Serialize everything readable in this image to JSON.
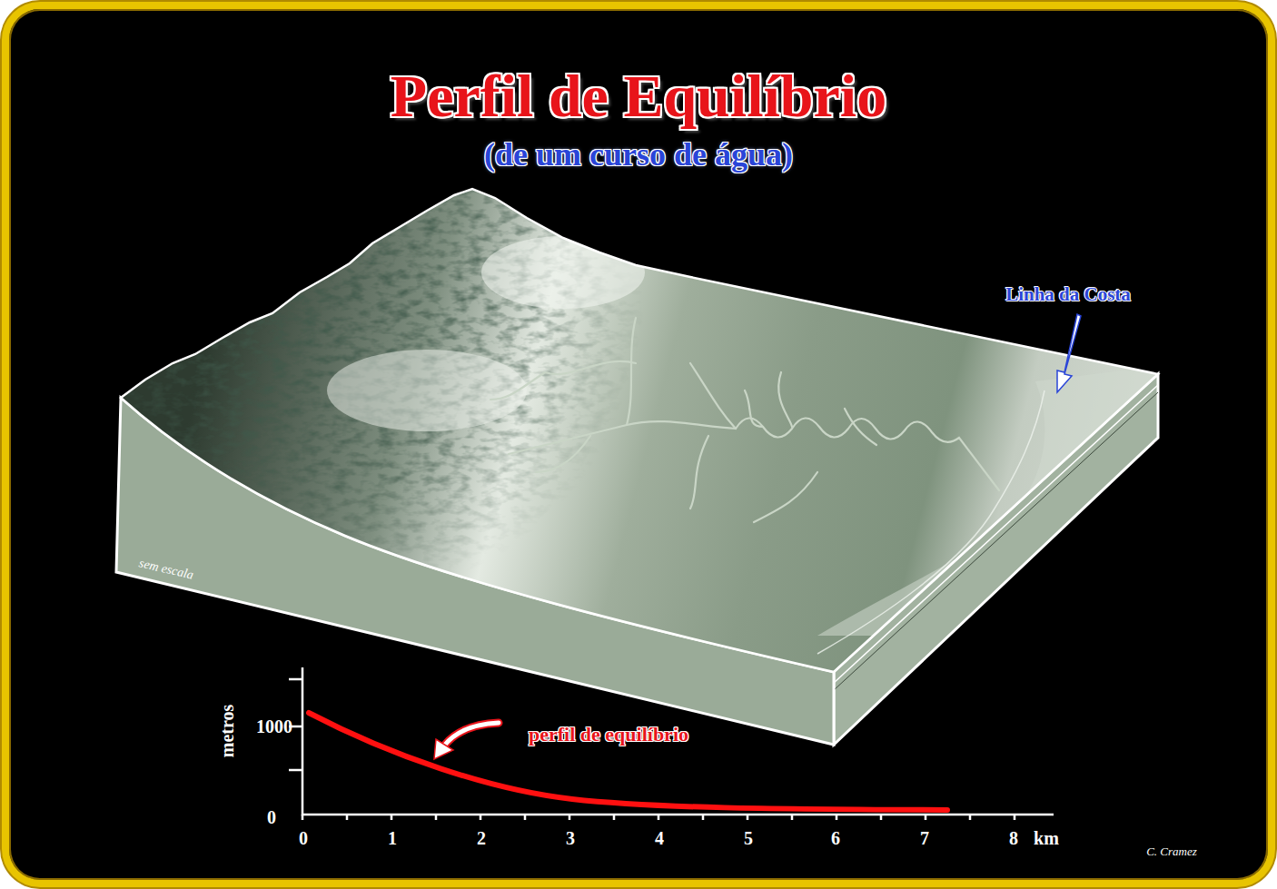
{
  "diagram": {
    "title": "Perfil de Equilíbrio",
    "labels": [
      "(de um curso de água)",
      "Linha da Costa",
      "sem escala",
      "metros",
      "1000",
      "0",
      "perfil de equilíbrio",
      "0",
      "1",
      "2",
      "3",
      "4",
      "5",
      "6",
      "7",
      "8",
      "km",
      "C. Cramez"
    ]
  }
}
